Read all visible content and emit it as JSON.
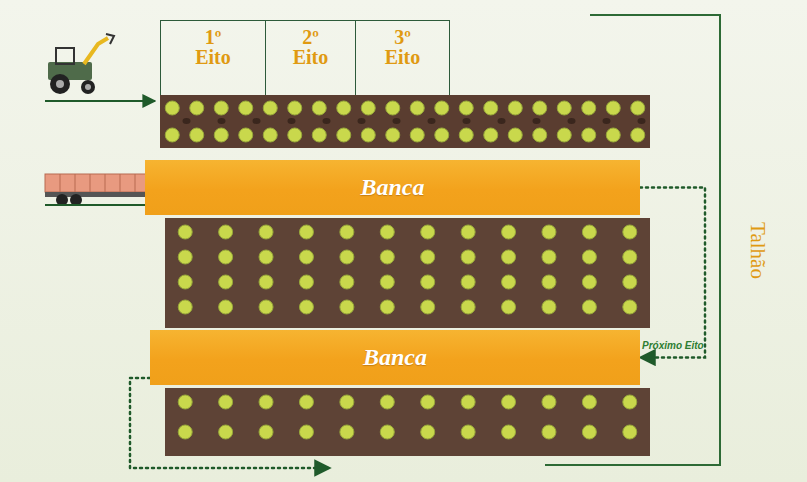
{
  "diagram": {
    "nodes": [
      {
        "text": [
          "1º Eito"
        ]
      },
      {
        "text": [
          "2º Eito"
        ]
      },
      {
        "text": [
          "3º Eito"
        ]
      },
      {
        "text": [
          "Banca"
        ]
      },
      {
        "text": [
          "Banca"
        ]
      }
    ],
    "edges": [
      {
        "from": 3,
        "to": 4,
        "label": "Próximo Eito",
        "arrow": "to"
      }
    ],
    "labels": [
      "Talhão"
    ]
  }
}
